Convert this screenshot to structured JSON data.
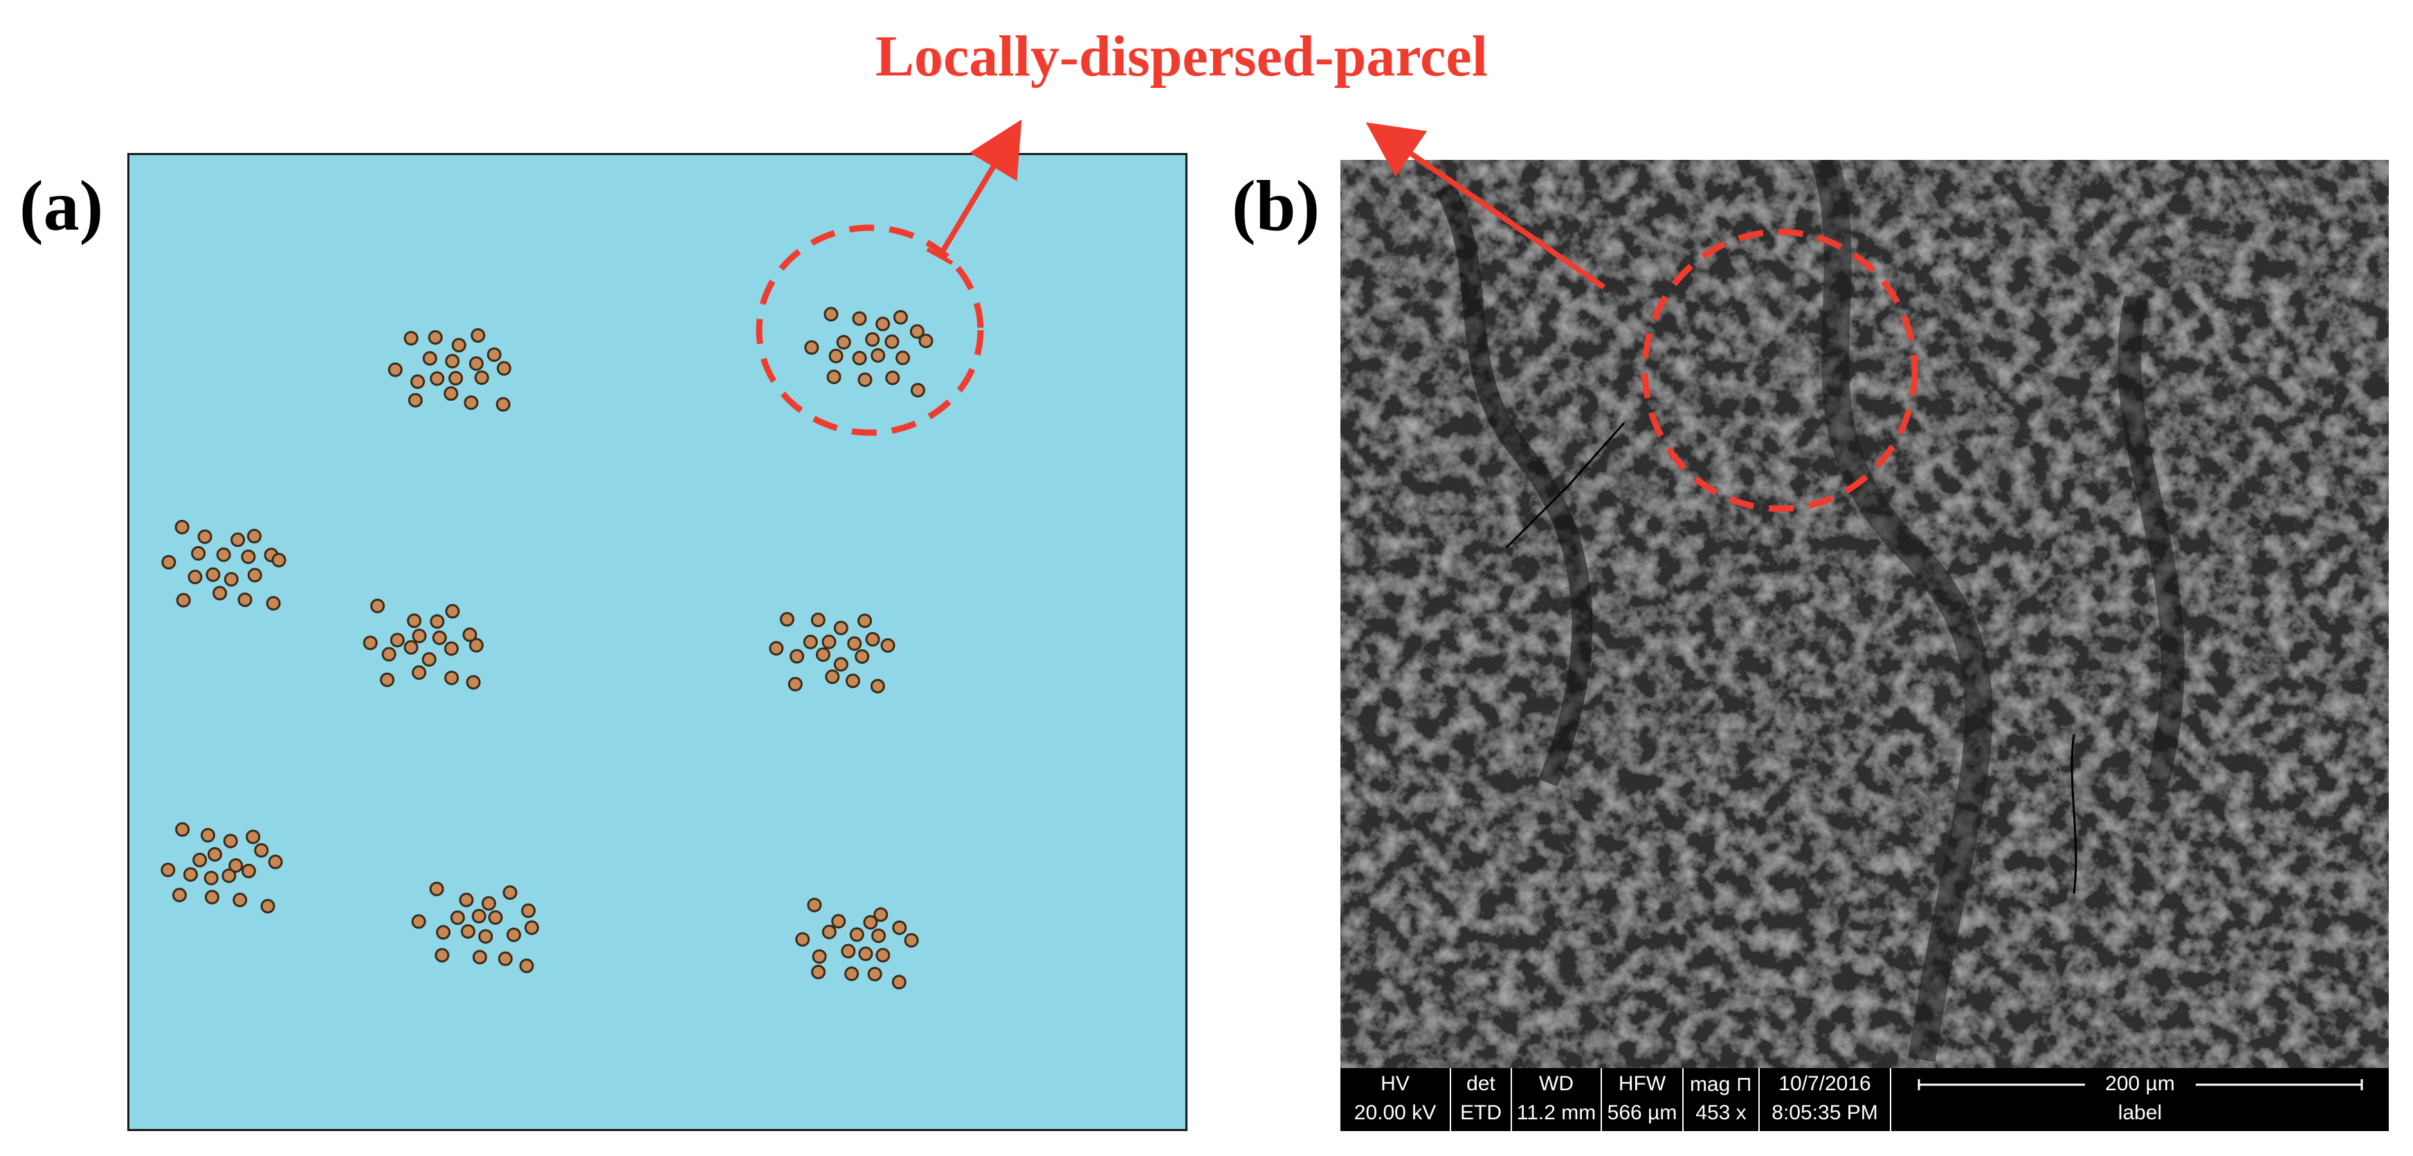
{
  "figure": {
    "callout_title": "Locally-dispersed-parcel",
    "panel_a_label": "(a)",
    "panel_b_label": "(b)",
    "colors": {
      "schematic_background": "#8fd7e6",
      "particle_fill": "#c78855",
      "callout_red": "#f03c2e"
    }
  },
  "sem_info_bar": {
    "hv_label": "HV",
    "hv_value": "20.00 kV",
    "det_label": "det",
    "det_value": "ETD",
    "wd_label": "WD",
    "wd_value": "11.2 mm",
    "hfw_label": "HFW",
    "hfw_value": "566 µm",
    "mag_label": "mag ⊓",
    "mag_value": "453 x",
    "date": "10/7/2016",
    "time": "8:05:35 PM",
    "scale_text": "200 µm",
    "label_text": "label"
  }
}
